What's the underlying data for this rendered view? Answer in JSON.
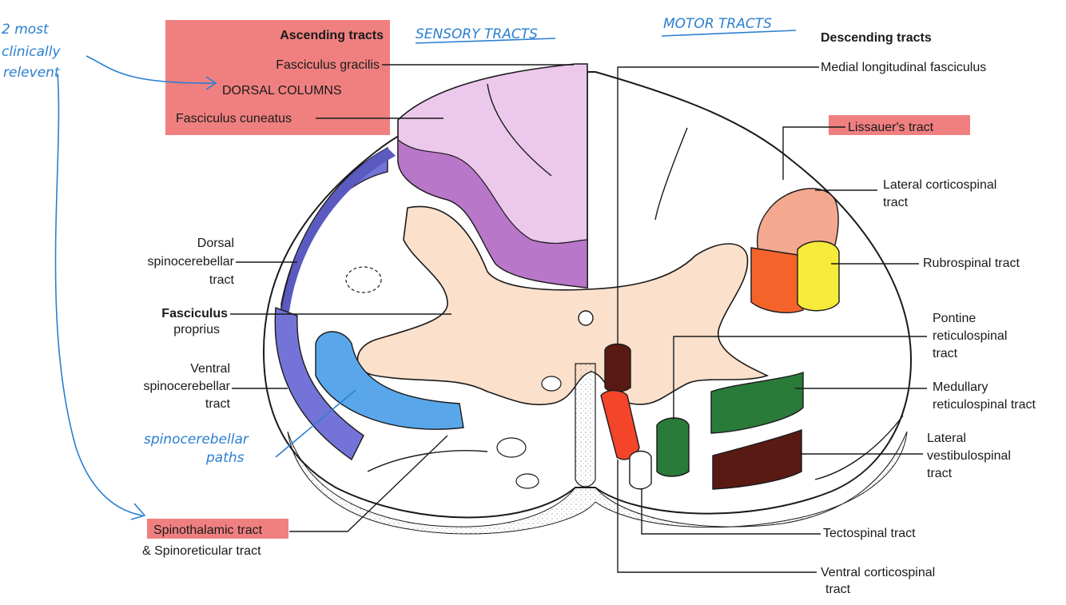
{
  "annotations": {
    "clinically_relevant": [
      "2 most",
      "clinically",
      "relevent"
    ],
    "sensory_header": "SENSORY TRACTS",
    "motor_header": "MOTOR TRACTS",
    "spinocerebellar_note": [
      "spinocerebellar",
      "paths"
    ]
  },
  "ascending": {
    "title": "Ascending tracts",
    "fasciculus_gracilis": "Fasciculus gracilis",
    "dorsal_columns": "DORSAL COLUMNS",
    "fasciculus_cuneatus": "Fasciculus cuneatus",
    "dorsal_spinocerebellar": [
      "Dorsal",
      "spinocerebellar",
      "tract"
    ],
    "fasciculus_proprius": [
      "Fasciculus",
      "proprius"
    ],
    "ventral_spinocerebellar": [
      "Ventral",
      "spinocerebellar",
      "tract"
    ],
    "spinothalamic": "Spinothalamic tract",
    "spinoreticular": "& Spinoreticular tract"
  },
  "descending": {
    "title": "Descending tracts",
    "medial_longitudinal": "Medial longitudinal fasciculus",
    "lissauer": "Lissauer's tract",
    "lateral_corticospinal": [
      "Lateral corticospinal",
      "tract"
    ],
    "rubrospinal": "Rubrospinal tract",
    "pontine_reticulospinal": [
      "Pontine",
      "reticulospinal",
      "tract"
    ],
    "medullary_reticulospinal": [
      "Medullary",
      "reticulospinal tract"
    ],
    "lateral_vestibulospinal": [
      "Lateral",
      "vestibulospinal",
      "tract"
    ],
    "tectospinal": "Tectospinal tract",
    "ventral_corticospinal": [
      "Ventral corticospinal",
      "tract"
    ]
  },
  "colors": {
    "highlight": "#f08080",
    "gray_matter": "#fbe0cc",
    "gracilis": "#ecc8ec",
    "cuneatus": "#b977c9",
    "dorsal_spinocerebellar": "#7474d8",
    "ventral_spinocerebellar": "#5aa6ea",
    "lateral_corticospinal": "#f4a890",
    "rubrospinal_red": "#f4642a",
    "rubrospinal_yellow": "#f6ea3a",
    "reticulospinal": "#2a7a3a",
    "vestibulospinal": "#5a1a14",
    "ventral_corticospinal": "#f4442a",
    "annotation_blue": "#2a7fd0"
  }
}
